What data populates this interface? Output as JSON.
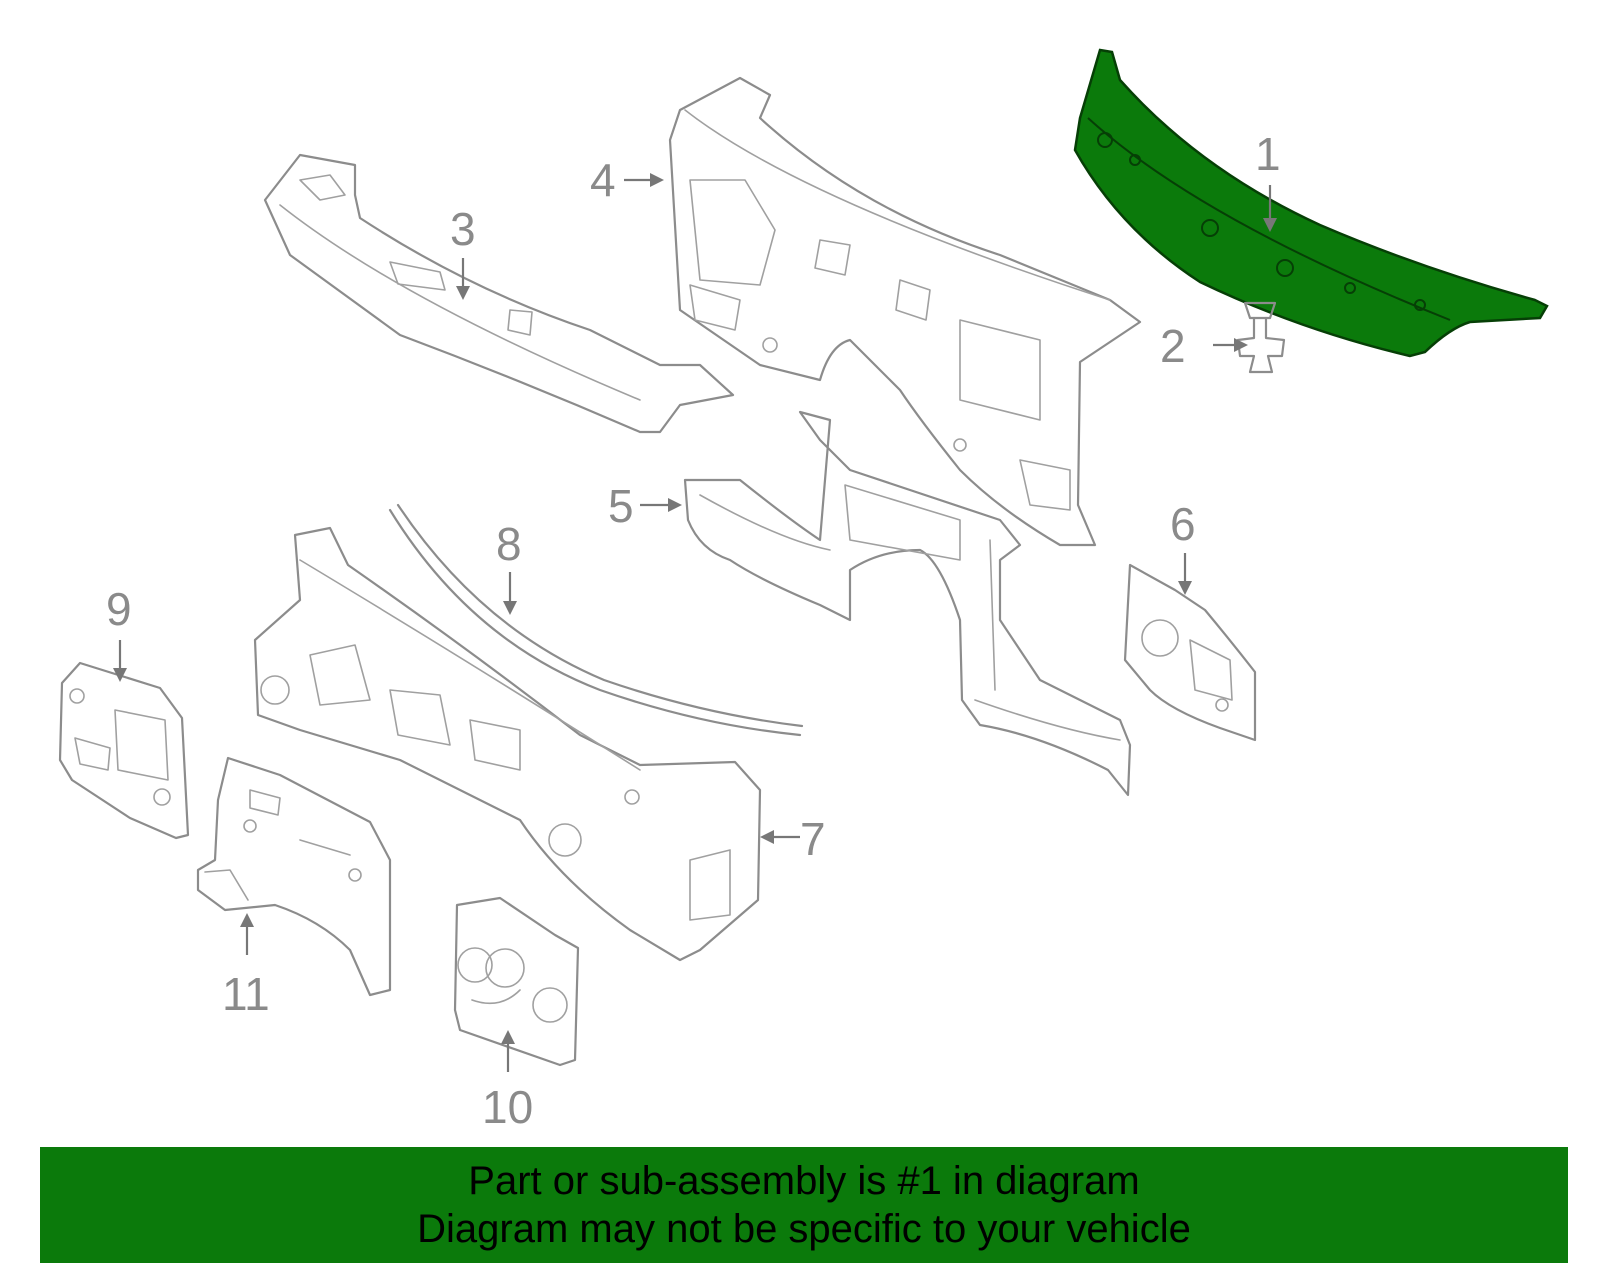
{
  "callouts": {
    "c1": "1",
    "c2": "2",
    "c3": "3",
    "c4": "4",
    "c5": "5",
    "c6": "6",
    "c7": "7",
    "c8": "8",
    "c9": "9",
    "c10": "10",
    "c11": "11"
  },
  "highlight_color": "#0b7a0b",
  "banner": {
    "line1": "Part or sub-assembly is #1 in diagram",
    "line2": "Diagram may not be specific to your vehicle"
  }
}
